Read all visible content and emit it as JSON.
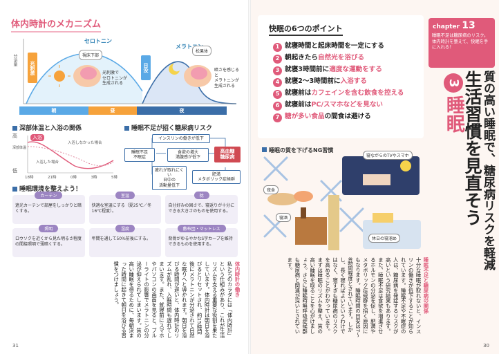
{
  "left_page": {
    "main_title": "体内時計のメカニズム",
    "clock": {
      "serotonin": "セロトニン",
      "melatonin": "メラトニン",
      "light_badge": "光刺激",
      "night_badge": "日没",
      "y_label": "分泌量",
      "bubble_morning": "視床下部",
      "bubble_night": "松果体",
      "note_morning": "光刺激で\nセロトニンが\n生成される",
      "note_night": "暗さを感じると\nメラトニンが\n生成される",
      "band": [
        "朝",
        "昼",
        "夜"
      ],
      "band_colors": [
        "#5aa9e6",
        "#f6a23b",
        "#3b6ea8"
      ]
    },
    "temp": {
      "title": "深部体温と入浴の関係",
      "high": "高",
      "low": "低",
      "ylabel": "深部体温",
      "bath": "入浴",
      "no_bath": "入浴しなかった場合",
      "bath_case": "入浴した場合",
      "x_labels": [
        "18時",
        "21時",
        "0時",
        "3時",
        "5時"
      ]
    },
    "risk": {
      "title": "睡眠不足が招く糖尿病リスク",
      "b1": "インスリンの働きが低下",
      "b2": "睡眠不足\n不眠症",
      "b3": "食欲の増大\n満腹感が低下",
      "b4": "高血糖\n糖尿病",
      "b5": "疲れが取れにくい\n日中の\n活動量低下",
      "b6": "肥満\nメタボリック症候群"
    },
    "env": {
      "title": "睡眠環境を整えよう！",
      "cards": [
        {
          "hdr": "カーテン",
          "txt": "遮光カーテンで部屋をしっかりと暗くする。"
        },
        {
          "hdr": "室温",
          "txt": "快適な室温にする（夏25℃／冬16℃程度）。"
        },
        {
          "hdr": "枕",
          "txt": "自分好みの固さで、寝返りが十分にできる大きさのものを使用する。"
        },
        {
          "hdr": "照明",
          "txt": "ロウソクを近くから見た明るさ程度の間接照明で薄暗くする。"
        },
        {
          "hdr": "湿度",
          "txt": "年間を通して50%前後にする。"
        },
        {
          "hdr": "敷布団・マットレス",
          "txt": "背骨がゆるやかなS字カーブを維持できるものを使用する。"
        }
      ]
    },
    "body_head": "体内時計の働き",
    "body": "私たちのカラダには「体内時計」という仕組みがあり、これが生活リズムを支える重要な役割を果たしています。体内時計は朝日を浴びるとリセットされ、約15時間後にメラトニンが分泌されて自然な眠りへと導かれます。朝日を浴びる時間が遅いと、体内時計のリズムが乱れ、入眠時間も遅れてしまいます。また、就寝前にスマホやパソコンの画面を見ると、ブルーライトの影響でメラトニンの分泌が抑えられてしまいます。質の高い睡眠を得るために、毎朝決まった時間に起きて朝日を浴びる習慣をつけましょう。",
    "page_no": "31"
  },
  "right_page": {
    "tips_title": "快眠の6つのポイント",
    "tips": [
      {
        "n": "1",
        "pre": "就寝時間と起床時間を一定にする",
        "hl": "",
        "post": ""
      },
      {
        "n": "2",
        "pre": "朝起きたら",
        "hl": "自然光を浴びる",
        "post": ""
      },
      {
        "n": "3",
        "pre": "就寝3時間前に",
        "hl": "適度な運動をする",
        "post": ""
      },
      {
        "n": "4",
        "pre": "就寝2〜3時間前に",
        "hl": "入浴する",
        "post": ""
      },
      {
        "n": "5",
        "pre": "就寝前は",
        "hl": "カフェインを含む飲食を控える",
        "post": ""
      },
      {
        "n": "6",
        "pre": "就寝前は",
        "hl": "PC/スマホなどを見ない",
        "post": ""
      },
      {
        "n": "7",
        "pre": "",
        "hl": "糖が多い食品",
        "post": "の間食は避ける"
      }
    ],
    "chapter_label": "chapter",
    "chapter_num": "13",
    "chapter_note": "睡眠不足は糖尿病のリスク。体内時計を整えて、快眠を手に入れる！",
    "title_line1": "質の高い睡眠で、糖尿病リスクを軽減",
    "title_line2": "生活習慣を見直そう",
    "title_circle": "3",
    "title_line3": "睡眠",
    "ng_title": "睡眠の質を下げるNG習慣",
    "ng_labels": [
      "寝ながらのTVやスマホ",
      "夜食",
      "寝酒",
      "休日の寝溜め"
    ],
    "body_head": "睡眠不足と糖尿病の関係",
    "body": "十分な睡眠が取れないと、インスリンの働きが低下することが知られています。睡眠不足や不眠症の人は、糖尿病を発症するリスクが高いという研究結果もあります。また、睡眠不足は食欲を増進させるホルモンの分泌を促し、肥満やメタボリック症候群を招く原因にもなります。睡眠時間の目安は7〜8時間程度とされています。しかし、長く寝ればよいというわけではなく、寝すぎも糖尿病のリスクを高めることがわかっています。まずは睡眠のリズムを整え、質の高い睡眠を取ることを心がけましょう。さらに睡眠時無呼吸症候群も糖尿病と関連が深いとされています。",
    "page_no": "30"
  }
}
